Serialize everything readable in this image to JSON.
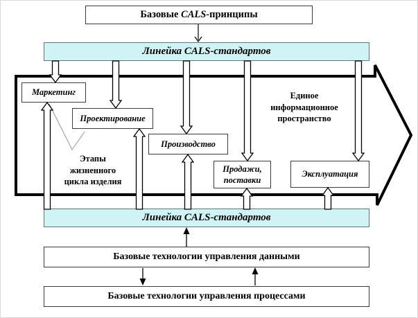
{
  "title": {
    "prefix": "Базовые ",
    "cals": "CALS",
    "suffix": "-принципы"
  },
  "bars": {
    "top_label": "Линейка CALS-стандартов",
    "bottom_label": "Линейка CALS-стандартов"
  },
  "lifecycle": {
    "stages": [
      {
        "label": "Маркетинг"
      },
      {
        "label": "Проектирование"
      },
      {
        "label": "Производство"
      },
      {
        "label": "Продажи,\nпоставки"
      },
      {
        "label": "Эксплуатация"
      }
    ],
    "unified_space": "Единое\nинформационное\nпространство",
    "stages_caption": "Этапы\nжизненного\nцикла изделия"
  },
  "foundation": {
    "data_tech": "Базовые технологии управления данными",
    "process_tech": "Базовые технологии управления процессами"
  },
  "colors": {
    "bar_fill": "#d0f3f6",
    "arrow_outline": "#000000",
    "callout_line": "#b5b5b5"
  }
}
